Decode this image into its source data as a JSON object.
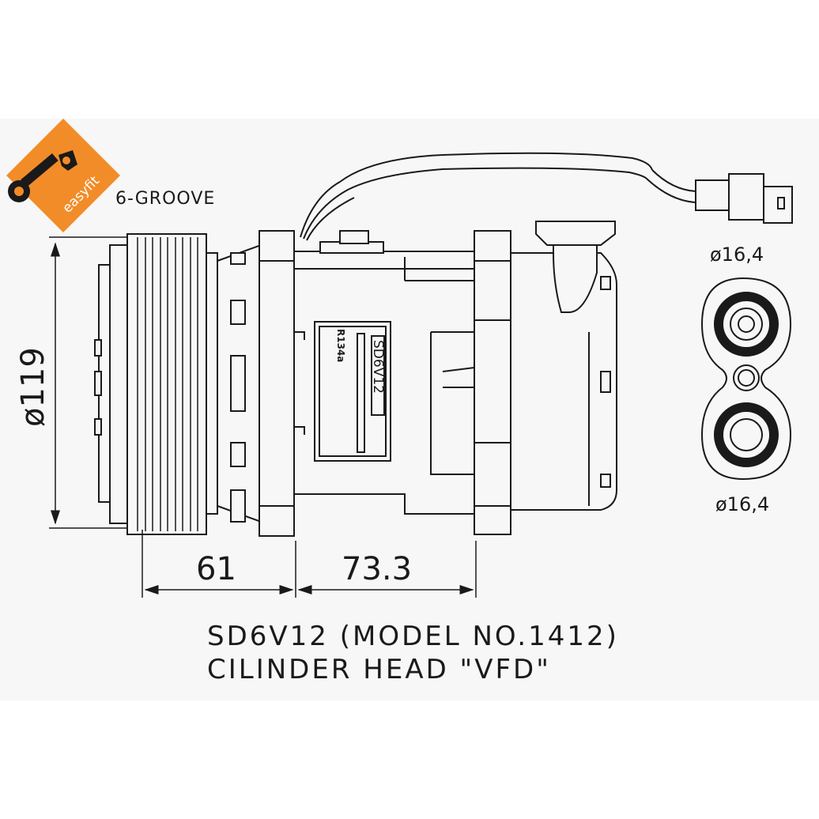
{
  "badge": {
    "text": "easyfit",
    "color": "#f28c28"
  },
  "grooves_label": "6-GROOVE",
  "dimensions": {
    "diameter": "ø119",
    "clutch_length": "61",
    "body_length": "73.3",
    "port_top": "ø16,4",
    "port_bottom": "ø16,4"
  },
  "body_label": {
    "model": "SD6V12",
    "refrigerant": "R134a"
  },
  "caption": {
    "line1": "SD6V12 (MODEL NO.1412)",
    "line2": "CILINDER HEAD \"VFD\""
  },
  "colors": {
    "line": "#1a1a1a",
    "panel": "#f7f7f7",
    "badge": "#f28c28"
  }
}
